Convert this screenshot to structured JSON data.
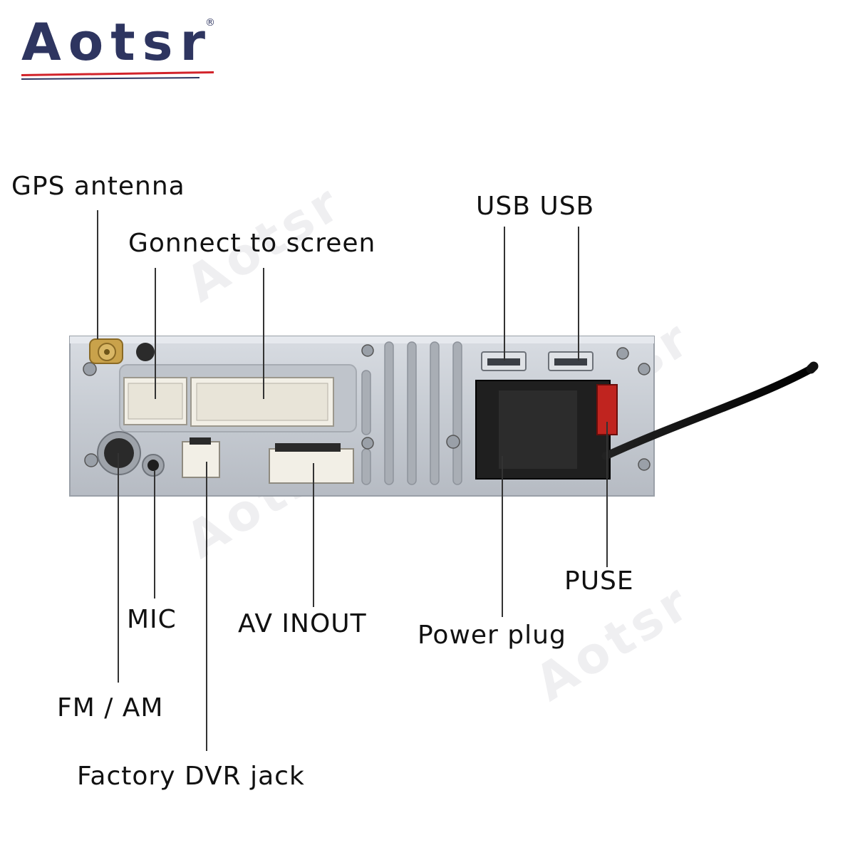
{
  "brand": {
    "name": "Aotsr",
    "registered": "®",
    "colors": {
      "navy": "#2e3560",
      "red": "#d2232a"
    }
  },
  "labels": {
    "gps_antenna": "GPS antenna",
    "connect_to_screen": "Gonnect to screen",
    "usb": "USB USB",
    "mic": "MIC",
    "fm_am": "FM / AM",
    "av_inout": "AV INOUT",
    "power_plug": "Power plug",
    "fuse": "PUSE",
    "factory_dvr_jack": "Factory DVR jack"
  }
}
